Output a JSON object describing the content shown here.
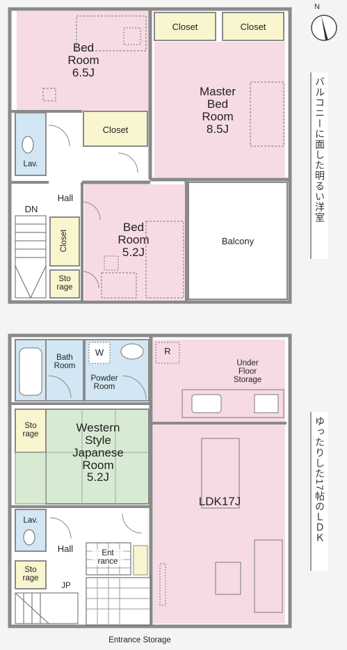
{
  "compass": {
    "north": "N"
  },
  "upper_floor": {
    "bedroom_65": {
      "line1": "Bed",
      "line2": "Room",
      "line3": "6.5J"
    },
    "closet_1": "Closet",
    "closet_2": "Closet",
    "closet_3": "Closet",
    "master_bedroom": {
      "line1": "Master",
      "line2": "Bed",
      "line3": "Room",
      "line4": "8.5J"
    },
    "lav": "Lav.",
    "hall": "Hall",
    "dn": "DN",
    "closet_vertical": "Closet",
    "storage": {
      "line1": "Sto",
      "line2": "rage"
    },
    "bedroom_52": {
      "line1": "Bed",
      "line2": "Room",
      "line3": "5.2J"
    },
    "balcony": "Balcony"
  },
  "lower_floor": {
    "bath_room": {
      "line1": "Bath",
      "line2": "Room"
    },
    "washer": "W",
    "powder_room": {
      "line1": "Powder",
      "line2": "Room"
    },
    "refrigerator": "R",
    "under_floor_storage": {
      "line1": "Under",
      "line2": "Floor",
      "line3": "Storage"
    },
    "storage_1": {
      "line1": "Sto",
      "line2": "rage"
    },
    "western_japanese_room": {
      "line1": "Western",
      "line2": "Style",
      "line3": "Japanese",
      "line4": "Room",
      "line5": "5.2J"
    },
    "ldk": "LDK17J",
    "lav": "Lav.",
    "hall": "Hall",
    "entrance": {
      "line1": "Ent",
      "line2": "rance"
    },
    "storage_2": {
      "line1": "Sto",
      "line2": "rage"
    },
    "jp": "JP",
    "entrance_storage": "Entrance Storage"
  },
  "captions": {
    "balcony_caption": "バルコニーに面した明るい洋室",
    "ldk_caption": "ゆったりした17帖のＬＤＫ"
  },
  "colors": {
    "pink": "#f6dbe5",
    "blue": "#d2e6f3",
    "green": "#d7ebd2",
    "yellow": "#f9f6cf",
    "wall": "#8a8a8a"
  }
}
